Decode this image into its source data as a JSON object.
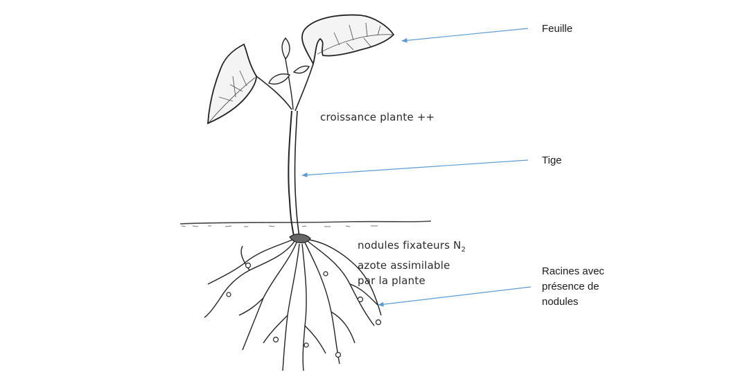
{
  "diagram": {
    "callouts": {
      "leaf": "Feuille",
      "stem": "Tige",
      "roots_line1": "Racines avec",
      "roots_line2": "présence de",
      "roots_line3": "nodules"
    },
    "annotations": {
      "growth": "croissance plante ++",
      "nodules_line1": "nodules fixateurs N",
      "nodules_subscript": "2",
      "nodules_line2": "azote assimilable",
      "nodules_line3": "par la plante"
    },
    "colors": {
      "arrow": "#5b9bd5",
      "ink": "#2a2a2a"
    }
  }
}
